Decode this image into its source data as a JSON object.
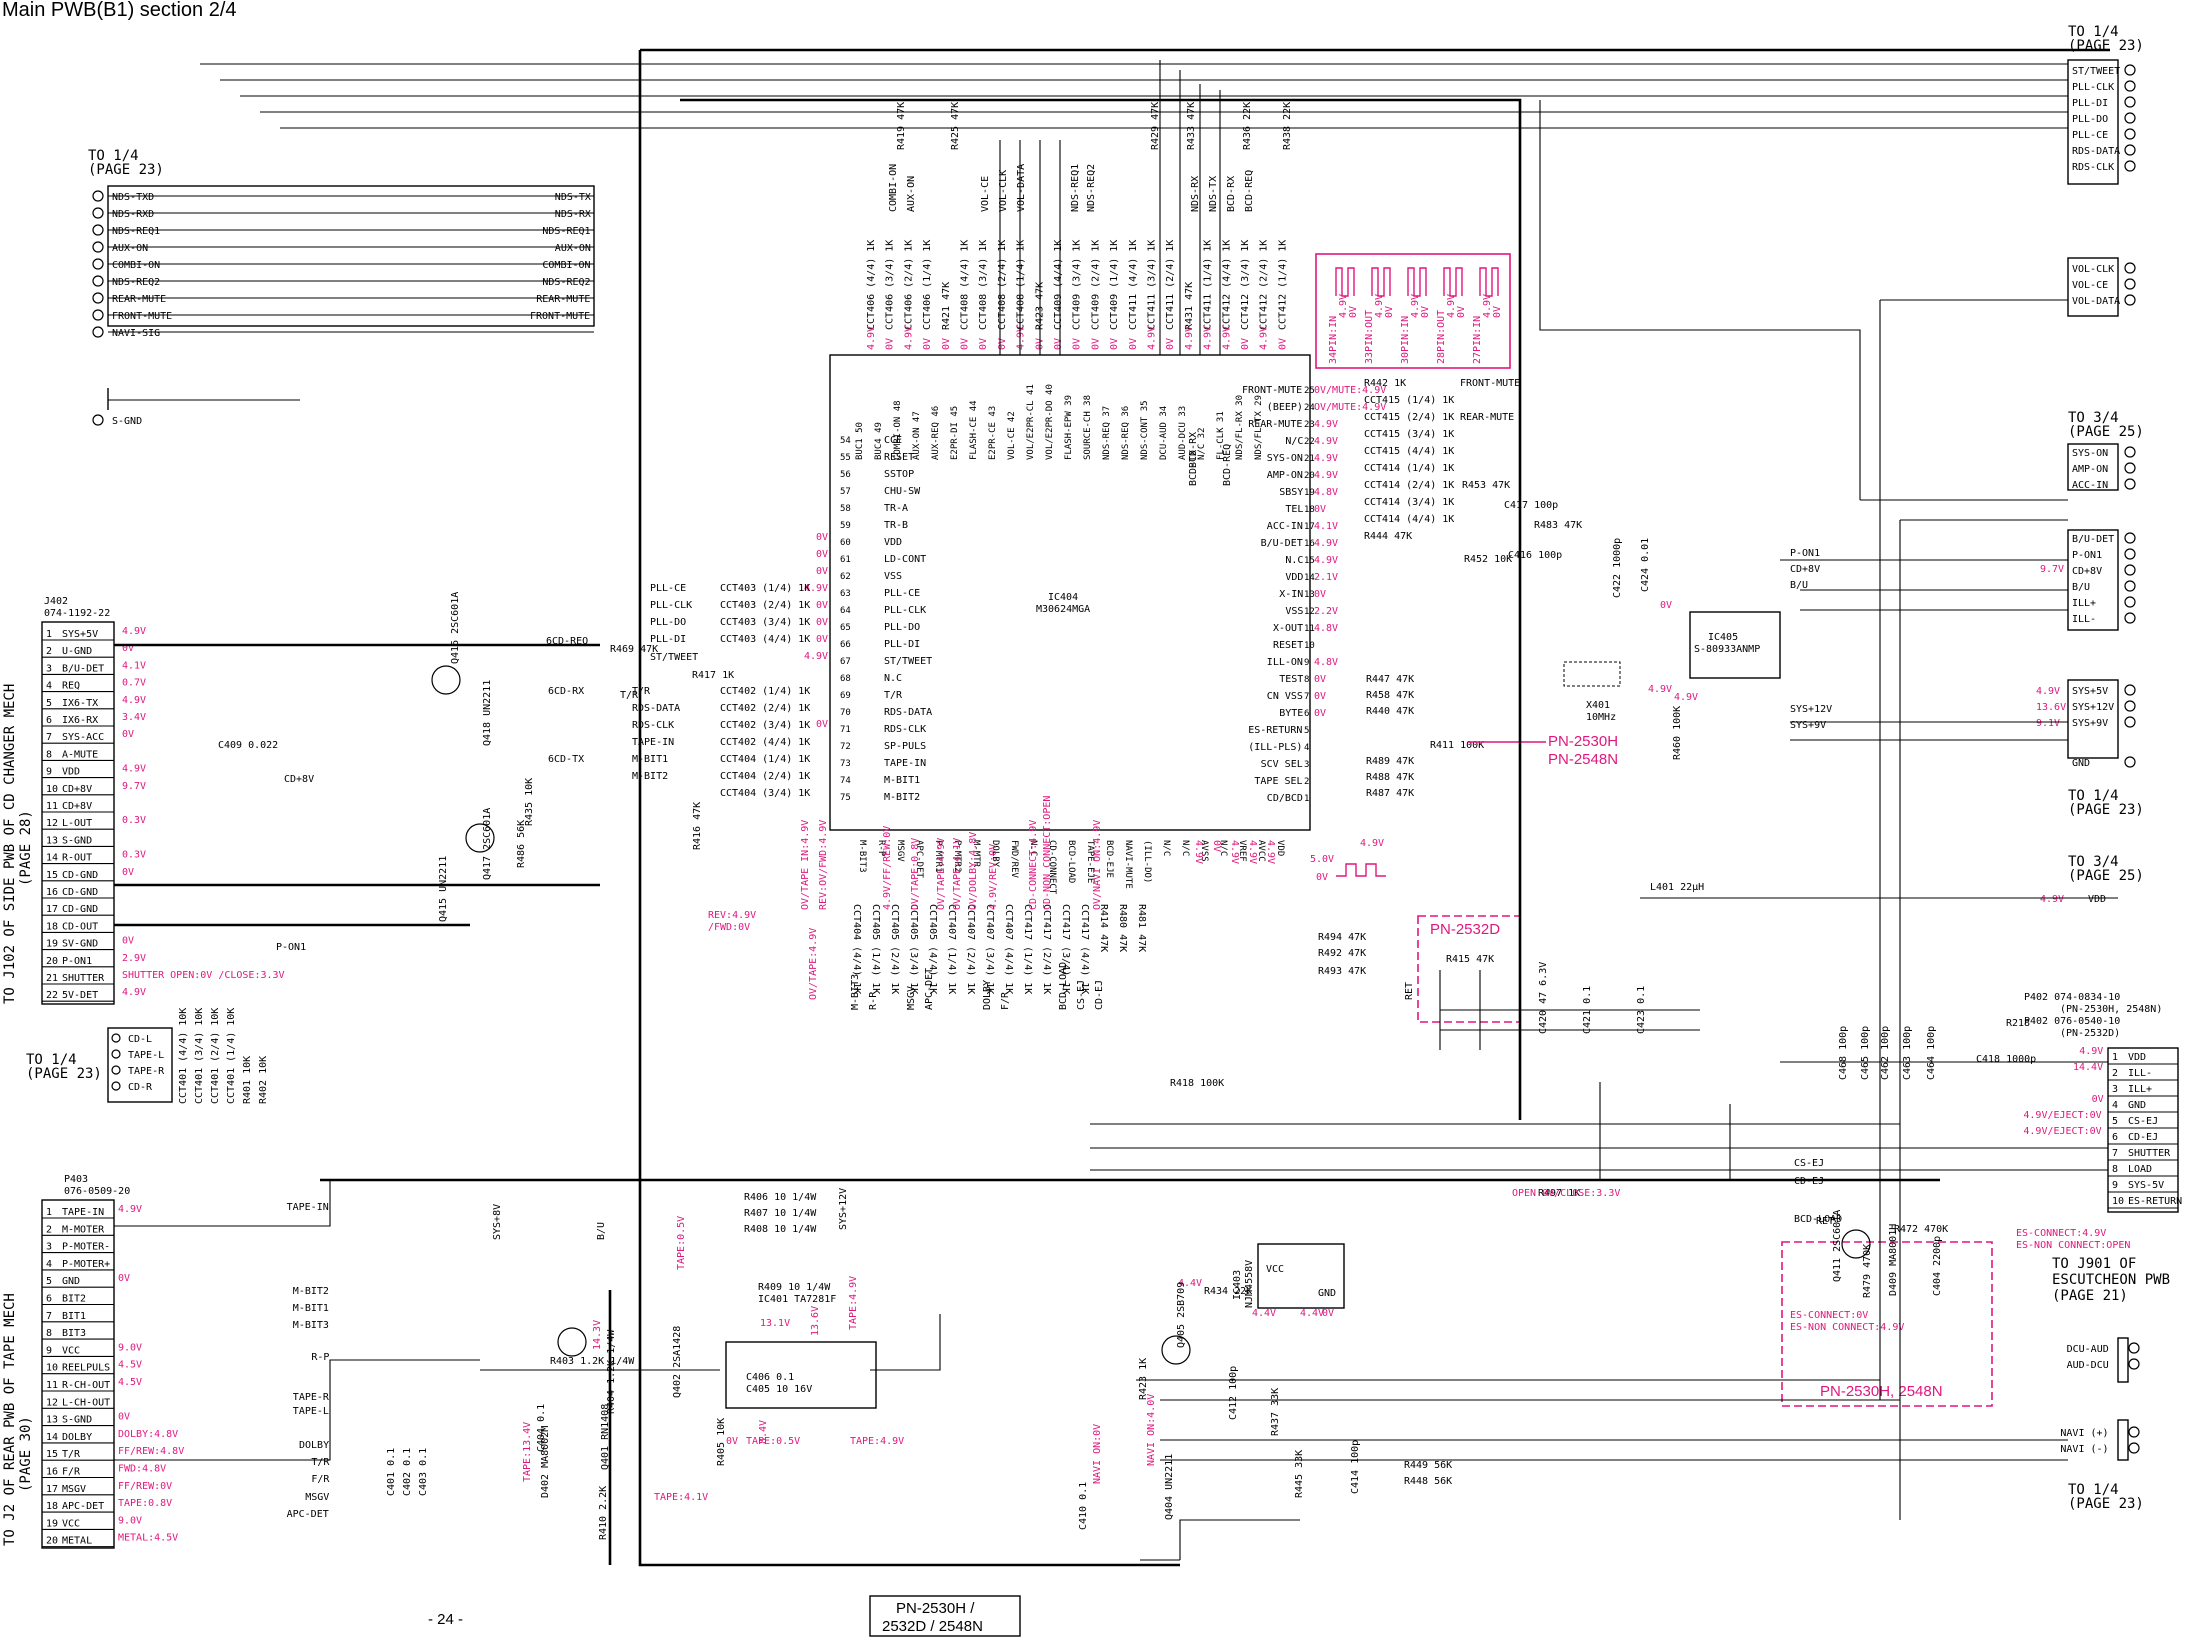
{
  "title": "Main PWB(B1) section  2/4",
  "page_number": "- 24 -",
  "model_box": [
    "PN-2530H /",
    "2532D / 2548N"
  ],
  "connectors": {
    "top_left": {
      "ref": [
        "TO 1/4",
        "(PAGE 23)"
      ],
      "pins": [
        "NDS-TXD",
        "NDS-RXD",
        "NDS-REQ1",
        "AUX-ON",
        "COMBI-ON",
        "NDS-REQ2",
        "REAR-MUTE",
        "FRONT-MUTE",
        "NAVI-SIG",
        "S-GND"
      ],
      "right_labels": [
        "NDS-TX",
        "NDS-RX",
        "NDS-REQ1",
        "AUX-ON",
        "COMBI-ON",
        "NDS-REQ2",
        "REAR-MUTE",
        "FRONT-MUTE"
      ]
    },
    "top_right": {
      "ref": [
        "TO 1/4",
        "(PAGE 23)"
      ],
      "pins": [
        "ST/TWEET",
        "PLL-CLK",
        "PLL-DI",
        "PLL-DO",
        "PLL-CE",
        "RDS-DATA",
        "RDS-CLK"
      ],
      "pins2": [
        "VOL-CLK",
        "VOL-CE",
        "VOL-DATA"
      ]
    },
    "mid_right_a": {
      "ref": [
        "TO 3/4",
        "(PAGE 25)"
      ],
      "pins": [
        "SYS-ON",
        "AMP-ON",
        "ACC-IN",
        "B/U-DET",
        "P-ON1",
        "CD+8V",
        "B/U",
        "ILL+",
        "ILL-"
      ],
      "left_labels": [
        "P-ON1",
        "CD+8V",
        "B/U"
      ],
      "volt": "9.7V"
    },
    "mid_right_b": {
      "pins": [
        "SYS+5V",
        "SYS+12V",
        "SYS+9V",
        "GND"
      ],
      "left_labels": [
        "SYS+12V",
        "SYS+9V"
      ],
      "volts": [
        "4.9V",
        "13.6V",
        "9.1V"
      ],
      "ref": [
        "TO 1/4",
        "(PAGE 23)"
      ]
    },
    "vdd_right": {
      "ref": [
        "TO 3/4",
        "(PAGE 25)"
      ],
      "label": "VDD",
      "volt": "4.9V"
    },
    "j402": {
      "part": [
        "J402",
        "074-1192-22"
      ],
      "side": [
        "TO J102 OF SIDE PWB OF CD CHANGER MECH",
        "(PAGE 28)"
      ],
      "pins": [
        "SYS+5V",
        "U-GND",
        "B/U-DET",
        "REQ",
        "IX6-TX",
        "IX6-RX",
        "SYS-ACC",
        "A-MUTE",
        "VDD",
        "CD+8V",
        "CD+8V",
        "L-OUT",
        "S-GND",
        "R-OUT",
        "CD-GND",
        "CD-GND",
        "CD-GND",
        "CD-OUT",
        "SV-GND",
        "P-ON1",
        "SHUTTER",
        "5V-DET"
      ],
      "volts": [
        "4.9V",
        "0V",
        "4.1V",
        "0.7V",
        "4.9V",
        "3.4V",
        "0V",
        "",
        "4.9V",
        "9.7V",
        "",
        "0.3V",
        "",
        "0.3V",
        "0V",
        "",
        "",
        "",
        "0V",
        "2.9V",
        "SHUTTER OPEN:0V /CLOSE:3.3V",
        "4.9V"
      ]
    },
    "cd_small": {
      "ref": [
        "TO 1/4",
        "(PAGE 23)"
      ],
      "pins": [
        "CD-L",
        "TAPE-L",
        "TAPE-R",
        "CD-R"
      ]
    },
    "p403": {
      "part": [
        "P403",
        "076-0509-20"
      ],
      "side": [
        "TO J2 OF REAR PWB OF TAPE MECH",
        "(PAGE 30)"
      ],
      "pins": [
        "TAPE-IN",
        "M-MOTER",
        "P-MOTER-",
        "P-MOTER+",
        "GND",
        "BIT2",
        "BIT1",
        "BIT3",
        "VCC",
        "REELPULS",
        "R-CH-OUT",
        "L-CH-OUT",
        "S-GND",
        "DOLBY",
        "T/R",
        "F/R",
        "MSGV",
        "APC-DET",
        "VCC",
        "METAL"
      ],
      "volts": [
        "4.9V",
        "",
        "",
        "",
        "0V",
        "",
        "",
        "",
        "9.0V",
        "4.5V",
        "4.5V",
        "",
        "0V",
        "DOLBY:4.8V",
        "FF/REW:4.8V",
        "FWD:4.8V",
        "FF/REW:0V",
        "TAPE:0.8V",
        "9.0V",
        "METAL:4.5V"
      ],
      "right_labels": [
        "TAPE-IN",
        "M-BIT2",
        "M-BIT1",
        "M-BIT3",
        "R-P",
        "DOLBY",
        "T/R",
        "F/R",
        "MSGV",
        "APC-DET",
        "TAPE-R",
        "TAPE-L"
      ]
    },
    "p402": {
      "part": [
        "P402  074-0834-10",
        "(PN-2530H, 2548N)",
        "P402  076-0540-10",
        "(PN-2532D)"
      ],
      "pins": [
        "VDD",
        "ILL-",
        "ILL+",
        "GND",
        "CS-EJ",
        "CD-EJ",
        "SHUTTER",
        "LOAD",
        "SYS-5V",
        "ES-RETURN"
      ],
      "volts": [
        "4.9V",
        "14.4V",
        "",
        "0V",
        "4.9V/EJECT:0V",
        "4.9V/EJECT:0V"
      ],
      "side": [
        "TO J901 OF",
        "ESCUTCHEON PWB",
        "(PAGE 21)"
      ]
    },
    "bottom_right": {
      "pins": [
        "DCU-AUD",
        "AUD-DCU",
        "NAVI (+)",
        "NAVI (-)"
      ],
      "ref": [
        "TO 1/4",
        "(PAGE 23)"
      ]
    }
  },
  "ic404": {
    "ref": "IC404",
    "part": "M30624MGA",
    "left_pins": [
      "CCE",
      "RESET",
      "SSTOP",
      "CHU-SW",
      "TR-A",
      "TR-B",
      "VDD",
      "LD-CONT",
      "VSS",
      "PLL-CE",
      "PLL-CLK",
      "PLL-DO",
      "PLL-DI",
      "ST/TWEET",
      "N.C",
      "T/R",
      "RDS-DATA",
      "RDS-CLK",
      "SP-PULS",
      "TAPE-IN",
      "M-BIT1",
      "M-BIT2"
    ],
    "right_pins": [
      "FRONT-MUTE",
      "(BEEP)",
      "REAR-MUTE",
      "N/C",
      "SYS-ON",
      "AMP-ON",
      "SBSY",
      "TEL",
      "ACC-IN",
      "B/U-DET",
      "N.C",
      "VDD",
      "X-IN",
      "VSS",
      "X-OUT",
      "RESET",
      "ILL-ON",
      "TEST",
      "CN VSS",
      "BYTE",
      "ES-RETURN",
      "(ILL-PLS)",
      "SCV SEL",
      "TAPE SEL",
      "CD/BCD"
    ],
    "left_volts": [
      "0V",
      "0V",
      "0V",
      "4.9V",
      "0V",
      "0V",
      "0V",
      "4.9V",
      "",
      "",
      "",
      "0V"
    ],
    "right_volts": [
      "0V/MUTE:4.9V",
      "OV/MUTE:4.9V",
      "4.9V",
      "4.9V",
      "4.9V",
      "4.9V",
      "4.8V",
      "0V",
      "4.1V",
      "4.9V",
      "4.9V",
      "2.1V",
      "0V",
      "2.2V",
      "4.8V",
      "",
      "4.8V",
      "0V",
      "0V",
      "0V"
    ],
    "top_pins": [
      "BUC1 50",
      "BUC4 49",
      "COMBI-ON 48",
      "AUX-ON 47",
      "AUX-REQ 46",
      "E2PR-DI 45",
      "FLASH-CE 44",
      "E2PR-CE 43",
      "VOL-CE 42",
      "VOL/E2PR-CL 41",
      "VOL/E2PR-DO 40",
      "FLASH-EPW 39",
      "SOURCE-CH 38",
      "NDS-REQ 37",
      "NDS-REQ 36",
      "NDS-CONT 35",
      "DCU-AUD 34",
      "AUD-DCU 33",
      "N/C 32",
      "FL-CLK 31",
      "NDS/FL-RX 30",
      "NDS/FL-TX 29"
    ]
  },
  "top_nets": [
    "COMBI-ON",
    "AUX-ON",
    "VOL-CE",
    "VOL-CLK",
    "VOL-DATA",
    "NDS-REQ1",
    "NDS-REQ2",
    "NDS-RX",
    "NDS-TX",
    "BCD-RX",
    "BCD-REQ"
  ],
  "top_resistors": [
    "R419 47K",
    "R425 47K",
    "R429 47K",
    "R433 47K",
    "R436 22K",
    "R438 22K"
  ],
  "top_cct": [
    "CCT406 (4/4) 1K",
    "CCT406 (3/4) 1K",
    "CCT406 (2/4) 1K",
    "CCT406 (1/4) 1K",
    "R421 47K",
    "CCT408 (4/4) 1K",
    "CCT408 (3/4) 1K",
    "CCT408 (2/4) 1K",
    "CCT408 (1/4) 1K",
    "R423 47K",
    "CCT409 (4/4) 1K",
    "CCT409 (3/4) 1K",
    "CCT409 (2/4) 1K",
    "CCT409 (1/4) 1K",
    "CCT411 (4/4) 1K",
    "CCT411 (3/4) 1K",
    "CCT411 (2/4) 1K",
    "R431 47K",
    "CCT411 (1/4) 1K",
    "CCT412 (4/4) 1K",
    "CCT412 (3/4) 1K",
    "CCT412 (2/4) 1K",
    "CCT412 (1/4) 1K"
  ],
  "top_volts": [
    "4.9V",
    "0V",
    "4.9V",
    "0V",
    "0V",
    "0V",
    "0V",
    "0V",
    "4.9V",
    "0V",
    "0V",
    "0V",
    "0V",
    "0V",
    "0V",
    "4.9V",
    "0V",
    "4.9V",
    "4.9V",
    "4.9V",
    "0V",
    "4.9V",
    "0V"
  ],
  "waveforms": [
    "34PIN:IN",
    "33PIN:OUT",
    "30PIN:IN",
    "28PIN:OUT",
    "27PIN:IN"
  ],
  "waveform_volts": [
    "4.9V",
    "0V",
    "4.9V",
    "0V",
    "4.9V",
    "0V",
    "4.9V",
    "0V",
    "4.9V",
    "0V"
  ],
  "right_cct": [
    "R442 1K",
    "CCT415 (1/4) 1K",
    "CCT415 (2/4) 1K",
    "CCT415 (3/4) 1K",
    "CCT415 (4/4) 1K",
    "CCT414 (1/4) 1K",
    "CCT414 (2/4) 1K",
    "CCT414 (3/4) 1K",
    "CCT414 (4/4) 1K",
    "R444 47K"
  ],
  "right_nets": [
    "FRONT-MUTE",
    "REAR-MUTE"
  ],
  "left_cct": [
    "CCT403 (1/4) 1K",
    "CCT403 (2/4) 1K",
    "CCT403 (3/4) 1K",
    "CCT403 (4/4) 1K",
    "R417 1K",
    "CCT402 (1/4) 1K",
    "CCT402 (2/4) 1K",
    "CCT402 (3/4) 1K",
    "CCT402 (4/4) 1K",
    "CCT404 (1/4) 1K",
    "CCT404 (2/4) 1K",
    "CCT404 (3/4) 1K"
  ],
  "left_nets": [
    "PLL-CE",
    "PLL-CLK",
    "PLL-DO",
    "PLL-DI",
    "ST/TWEET",
    "T/R",
    "RDS-DATA",
    "RDS-CLK",
    "TAPE-IN",
    "M-BIT1",
    "M-BIT2"
  ],
  "bottom_pins": [
    "M-BIT3",
    "R-P",
    "MSGV",
    "APC-DET",
    "P-MTR1",
    "P-MTR2",
    "M-MTR",
    "DOLBY",
    "FWD/REV",
    "N.C",
    "CD-CONNECT",
    "BCD-LOAD",
    "TAPE-EJE",
    "BCD-EJE",
    "NAVI-MUTE",
    "(ILL-DO)",
    "N/C",
    "N/C",
    "AVSS",
    "N/C",
    "VREF",
    "AVCC",
    "VDD"
  ],
  "bottom_cct": [
    "CCT404 (4/4) 1K",
    "CCT405 (1/4) 1K",
    "CCT405 (2/4) 1K",
    "CCT405 (3/4) 1K",
    "CCT405 (4/4) 1K",
    "CCT407 (1/4) 1K",
    "CCT407 (2/4) 1K",
    "CCT407 (3/4) 1K",
    "CCT407 (4/4) 1K",
    "CCT417 (1/4) 1K",
    "CCT417 (2/4) 1K",
    "CCT417 (3/4) 1K",
    "CCT417 (4/4) 1K",
    "R414 47K",
    "R480 47K",
    "R481 47K"
  ],
  "bottom_nets": [
    "M-BIT3",
    "R-P",
    "MSGV",
    "APC-DET",
    "DOLBY",
    "F/R",
    "BCD-LOAD",
    "CS-EJ",
    "CD-EJ"
  ],
  "bottom_volts": [
    "4.9V",
    "0V",
    "4.9V",
    "4.9V",
    "4.9V"
  ],
  "mag_notes": [
    "REV:4.9V /FWD:0V",
    "OV/TAPE:4.9V",
    "OV/TAPE IN:4.9V",
    "REV:OV/FWD:4.9V",
    "4.9V/FF/REW:0V",
    "OV/TAPE:0.8V",
    "OV/TAPE:4.9V",
    "OV/TAPE:4.1V",
    "OV/DOLBY:4.8V",
    "4.9V/REV:0V",
    "CD-CONNECT:4.9V",
    "CD-NON CONNECT:OPEN",
    "OV/NAVI ON:4.9V",
    "4.9V"
  ],
  "oscillator": [
    "X401",
    "10MHz"
  ],
  "osc_volts": [
    "5.0V",
    "0V"
  ],
  "right_components": [
    "R447 47K",
    "R458 47K",
    "R440 47K",
    "R489 47K",
    "R488 47K",
    "R487 47K",
    "R411 100K",
    "R453 47K",
    "C417 100p",
    "R483 47K",
    "R452 10K",
    "C416 100p",
    "C422 1000p",
    "C424 0.01",
    "R460 100K",
    "R494 47K",
    "R492 47K",
    "R493 47K",
    "R415 47K",
    "R418 100K",
    "R497 1K",
    "L401 22µH",
    "C420 47 6.3V",
    "C421 0.1",
    "C423 0.1",
    "R218",
    "C418 1000p",
    "C468 100p",
    "C465 100p",
    "C462 100p",
    "C463 100p",
    "C464 100p"
  ],
  "ic405": [
    "IC405",
    "S-80933ANMP"
  ],
  "ic405_volts": [
    "0V",
    "4.9V",
    "4.9V"
  ],
  "pn_notes": [
    "PN-2530H",
    "PN-2548N",
    "PN-2532D",
    "PN-2530H, 2548N"
  ],
  "open_close": "OPEN:0V/CLOSE:3.3V",
  "es_notes": [
    "ES-CONNECT:4.9V",
    "ES-NON CONNECT:OPEN",
    "ES-CONNECT:0V",
    "ES-NON CONNECT:4.9V"
  ],
  "es_circuit": [
    "RET",
    "R472 470K",
    "Q411 2SC601A",
    "R479 470K",
    "D409 MA8001H",
    "C404 2200p"
  ],
  "left_transistors": [
    "Q416 2SC601A",
    "Q418 UN2211",
    "Q417 2SC601A",
    "Q415 UN2211",
    "R469 47K",
    "R435 10K",
    "R486 56K",
    "R416 47K",
    "C409 0.022"
  ],
  "left_nets_j402": [
    "6CD-REQ",
    "6CD-RX",
    "6CD-TX",
    "CD+8V",
    "P-ON1",
    "T/R"
  ],
  "lower_left": [
    "CCT401 (4/4) 10K",
    "CCT401 (3/4) 10K",
    "CCT401 (2/4) 10K",
    "CCT401 (1/4) 10K",
    "R401 10K",
    "R402 10K",
    "C401 0.1",
    "C402 0.1",
    "C403 0.1"
  ],
  "lower_mid": [
    "SYS+8V",
    "B/U",
    "SYS+12V",
    "R406 10 1/4W",
    "R407 10 1/4W",
    "R408 10 1/4W",
    "R409 10 1/4W",
    "IC401 TA7281F",
    "C406 0.1",
    "C405 10 16V",
    "Q402 2SA1428",
    "R405 10K",
    "R403 1.2K 1/4W",
    "R404 1.2K 1/4W",
    "C404 0.1",
    "Q401 RN1408",
    "D402 MA8002M",
    "R410 2.2K"
  ],
  "lower_mid_volts": [
    "TAPE:0.5V",
    "13.1V",
    "13.6V",
    "TAPE:4.9V",
    "14.3V",
    "TAPE:13.4V",
    "TAPE:4.1V",
    "0V",
    "TAPE:0.5V",
    "8.4V",
    "TAPE:4.9V"
  ],
  "ic403": [
    "IC403",
    "NJM4558V",
    "VCC",
    "GND"
  ],
  "ic403_volts": [
    "4.4V",
    "4.4V",
    "4.4V",
    "0V"
  ],
  "lower_right": [
    "R434 22K",
    "Q405 2SB709",
    "R423 1K",
    "C412 100p",
    "R437 33K",
    "R445 33K",
    "C414 100p",
    "R449 56K",
    "R448 56K",
    "C410 0.1",
    "Q404 UN2211"
  ],
  "navi_notes": [
    "NAVI ON:0V",
    "NAVI ON:4.0V"
  ],
  "nets_far_right": [
    "BCD-LOAD",
    "CS-EJ",
    "CD-EJ",
    "BCD-TX",
    "BCD-RX",
    "BCD-REQ",
    "RET"
  ],
  "colors": {
    "ink": "#000000",
    "annotation": "#e0177f",
    "paper": "#ffffff"
  }
}
